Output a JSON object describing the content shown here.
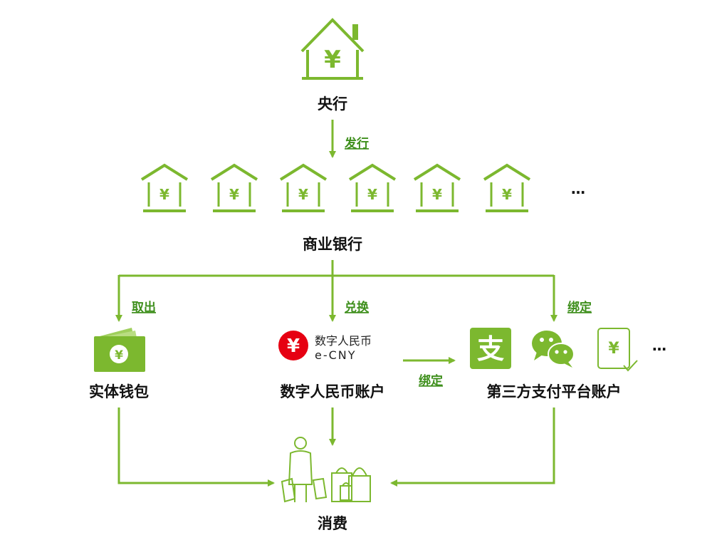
{
  "colors": {
    "accent": "#7cb82f",
    "edge_label": "#3e8f1c",
    "text": "#111111",
    "ecny_red": "#e60012"
  },
  "nodes": {
    "central_bank": "央行",
    "commercial_banks": "商业银行",
    "bank_ellipsis": "…",
    "physical_wallet": "实体钱包",
    "digital_rmb_account": "数字人民币账户",
    "third_party_account": "第三方支付平台账户",
    "third_party_ellipsis": "…",
    "consumption": "消费"
  },
  "edges": {
    "issue": "发行",
    "withdraw": "取出",
    "exchange": "兑换",
    "bind_right": "绑定",
    "bind_middle": "绑定"
  },
  "ecny_logo": {
    "cn": "数字人民币",
    "en": "e-CNY"
  },
  "icons": {
    "yuan": "¥",
    "bank": "bank-icon",
    "wallet": "wallet-icon",
    "alipay": "alipay-icon",
    "alipay_glyph": "支",
    "wechat": "wechat-pay-icon",
    "receipt": "yuan-receipt-icon",
    "shopper": "shopper-icon",
    "shopping_bags": "shopping-bags-icon"
  }
}
